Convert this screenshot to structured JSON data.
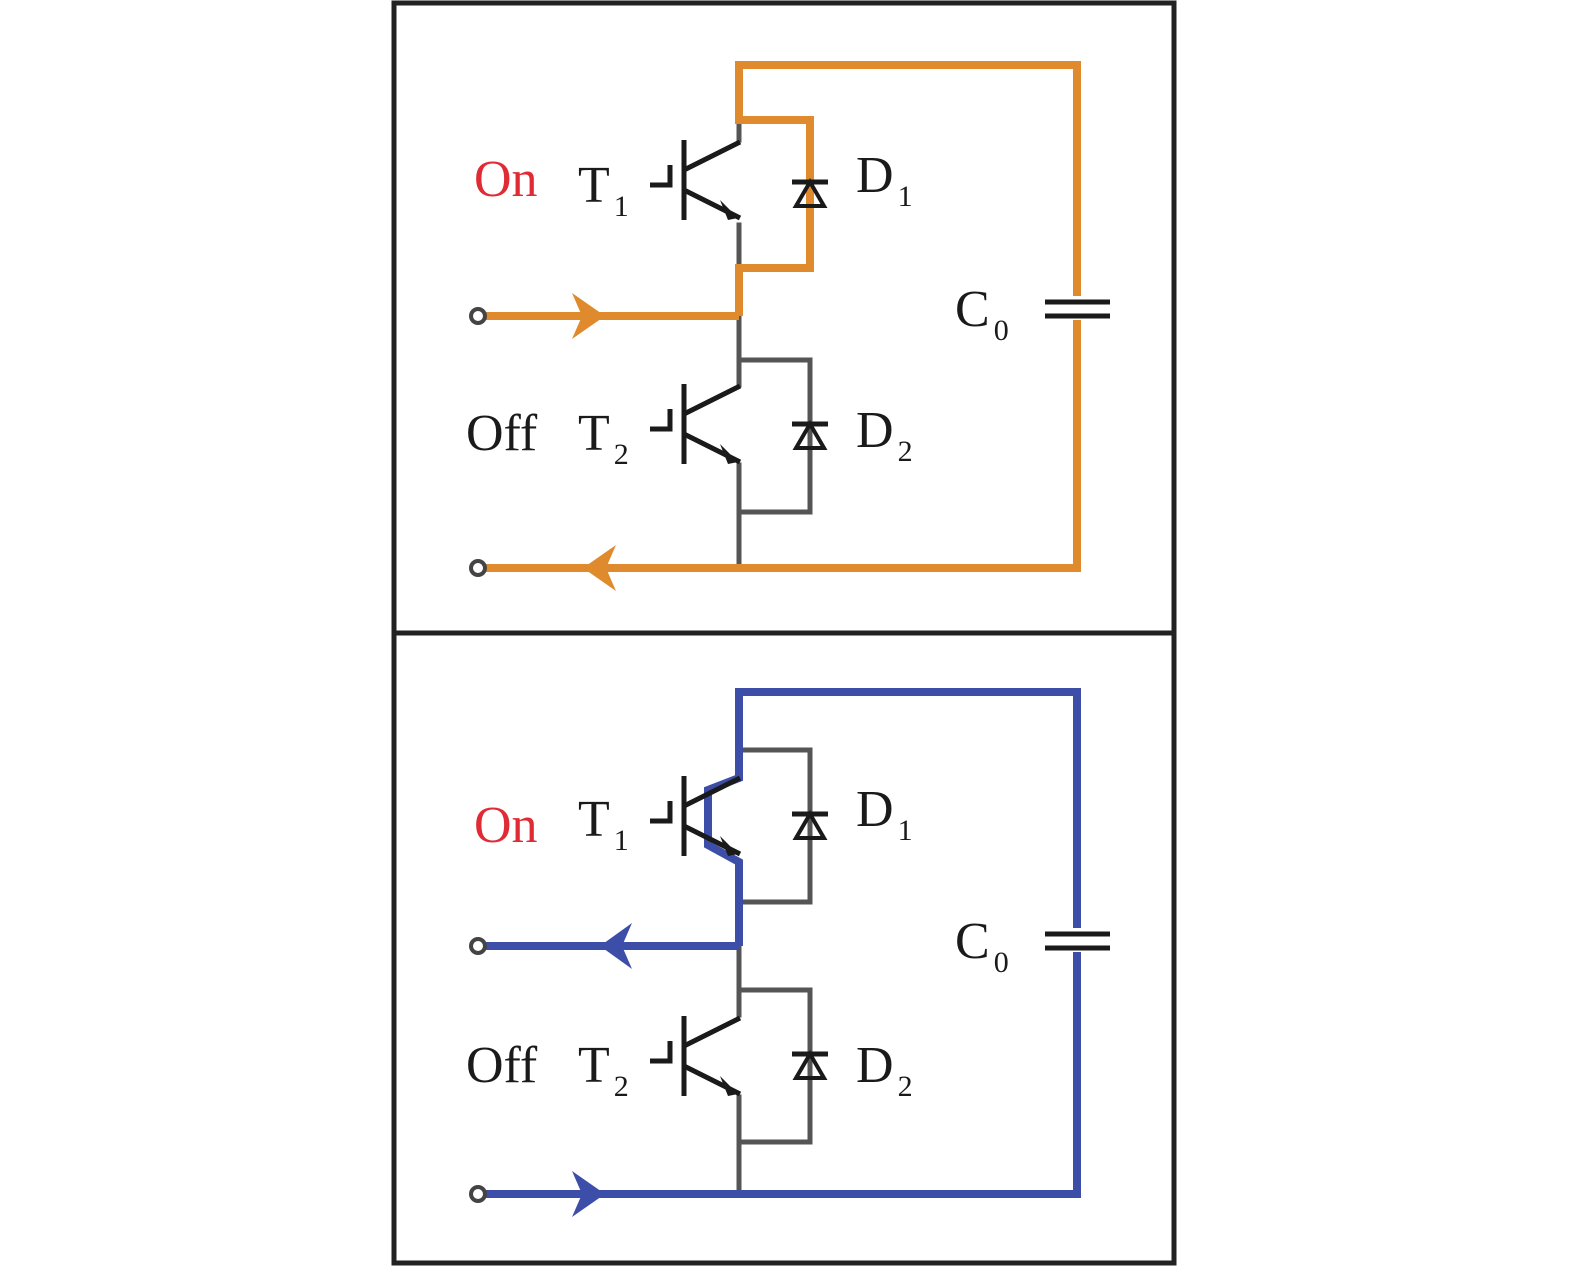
{
  "colors": {
    "orange_current": "#e08a2e",
    "blue_current": "#3d4ea8",
    "on_label": "#e02b35",
    "off_label": "#1a1a1a"
  },
  "panels": [
    {
      "current_color": "orange",
      "state_t1": "On",
      "state_t2": "Off",
      "t1": {
        "letter": "T",
        "sub": "1"
      },
      "t2": {
        "letter": "T",
        "sub": "2"
      },
      "d1": {
        "letter": "D",
        "sub": "1"
      },
      "d2": {
        "letter": "D",
        "sub": "2"
      },
      "c0": {
        "letter": "C",
        "sub": "0"
      }
    },
    {
      "current_color": "blue",
      "state_t1": "On",
      "state_t2": "Off",
      "t1": {
        "letter": "T",
        "sub": "1"
      },
      "t2": {
        "letter": "T",
        "sub": "2"
      },
      "d1": {
        "letter": "D",
        "sub": "1"
      },
      "d2": {
        "letter": "D",
        "sub": "2"
      },
      "c0": {
        "letter": "C",
        "sub": "0"
      }
    }
  ]
}
